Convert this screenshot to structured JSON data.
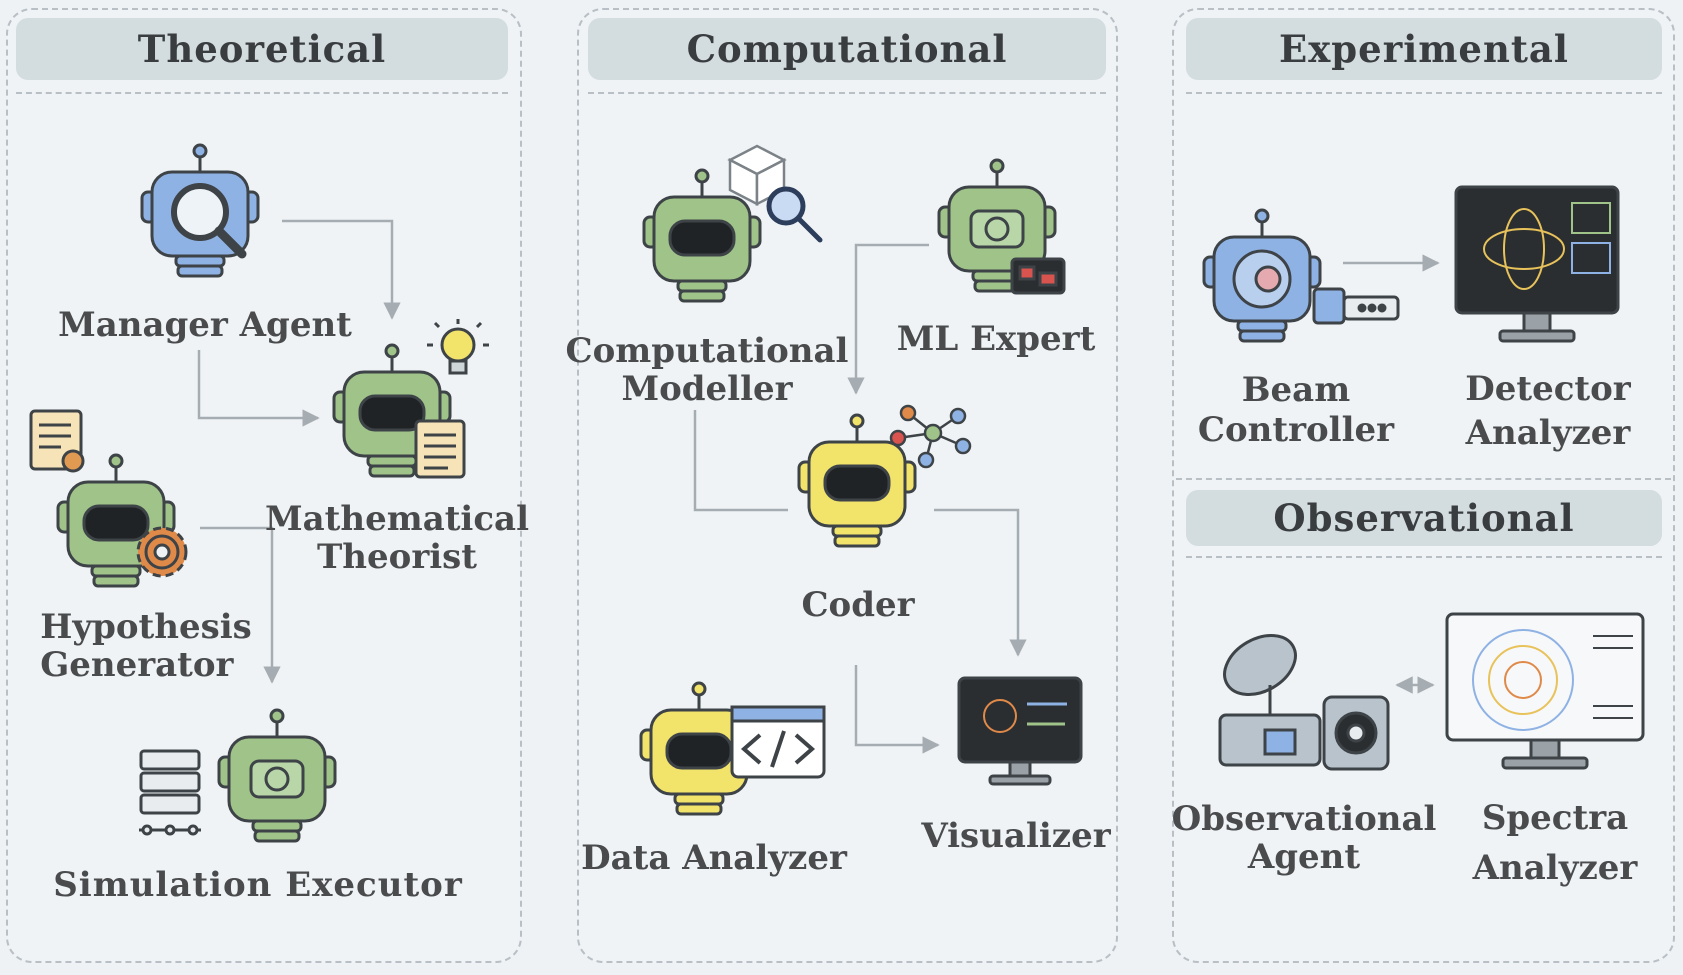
{
  "sections": {
    "theoretical": "Theoretical",
    "computational": "Computational",
    "experimental": "Experimental",
    "observational": "Observational"
  },
  "agents": {
    "manager": "Manager Agent",
    "math_1": "Mathematical",
    "math_2": "Theorist",
    "hyp_1": "Hypothesis",
    "hyp_2": "Generator",
    "sim": "Simulation Executor",
    "comp_1": "Computational",
    "comp_2": "Modeller",
    "ml": "ML Expert",
    "coder": "Coder",
    "data": "Data Analyzer",
    "vis": "Visualizer",
    "beam_1": "Beam",
    "beam_2": "Controller",
    "det_1": "Detector",
    "det_2": "Analyzer",
    "obs_1": "Observational",
    "obs_2": "Agent",
    "spec_1": "Spectra",
    "spec_2": "Analyzer"
  },
  "colors": {
    "blue": "#8fb2e4",
    "green": "#9fc389",
    "yellow": "#f2e36b",
    "outline": "#3d4347",
    "arrow": "#a6adb2"
  },
  "icons": [
    "magnifier-icon",
    "lightbulb-icon",
    "scroll-icon",
    "gear-icon",
    "server-rack-icon",
    "camera-icon",
    "cube-icon",
    "network-graph-icon",
    "code-window-icon",
    "monitor-icon",
    "beam-device-icon",
    "satellite-dish-icon",
    "speaker-icon"
  ]
}
